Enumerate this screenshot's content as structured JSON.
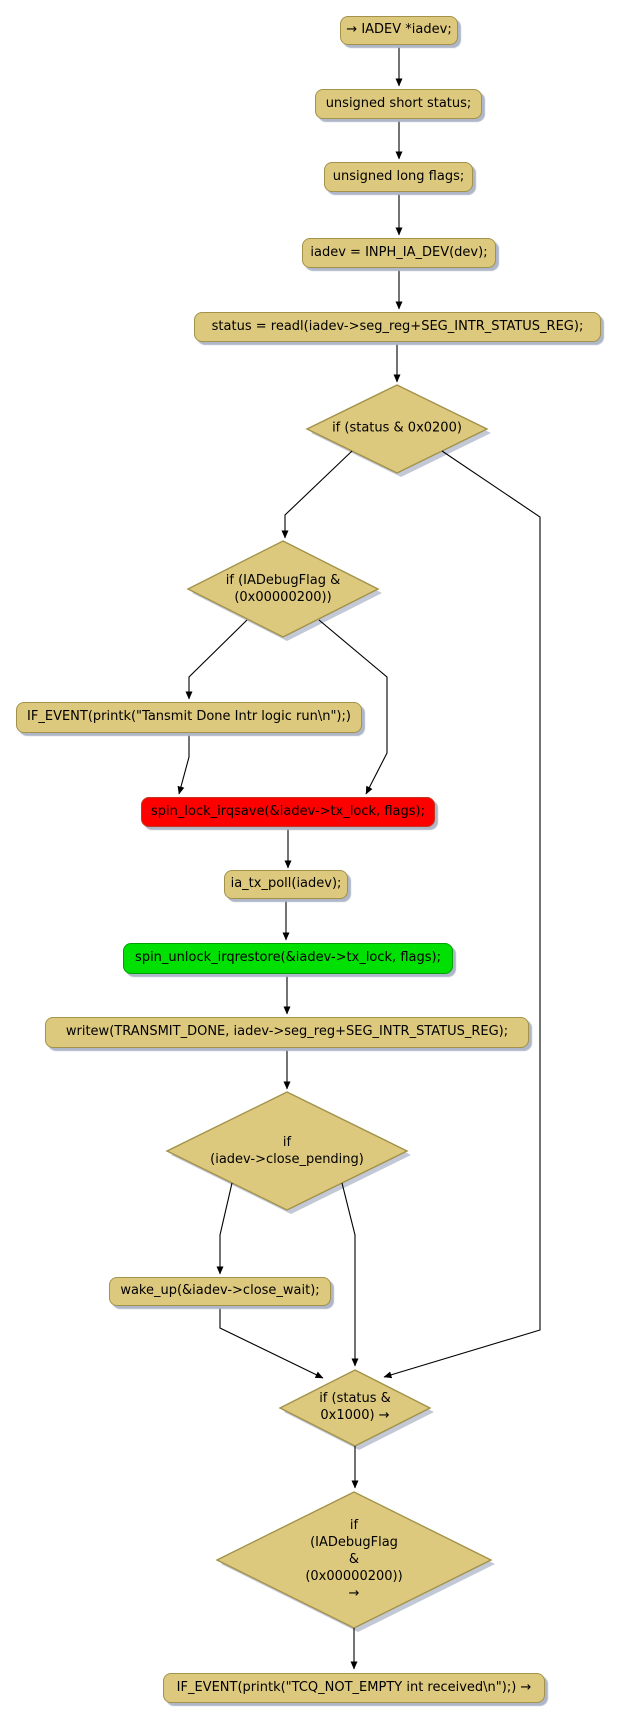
{
  "diagram_type": "activity-flowchart",
  "colors": {
    "background": "#ffffff",
    "node-fill": "#ddc97e",
    "node-border": "#a2924a",
    "lock-fill": "#fe0000",
    "lock-border": "#c23420",
    "unlock-fill": "#00e002",
    "unlock-border": "#00a000",
    "edge": "#000000",
    "shadow": "#aeb6c8",
    "text": "#000000"
  },
  "nodes": {
    "start": "→ IADEV *iadev;",
    "decl_status": "unsigned short status;",
    "decl_flags": "unsigned long flags;",
    "assign_iadev": "iadev = INPH_IA_DEV(dev);",
    "read_status": "status = readl(iadev->seg_reg+SEG_INTR_STATUS_REG);",
    "if_status_0200": "if (status & 0x0200)",
    "if_debugflag_1": "if (IADebugFlag &\n(0x00000200))",
    "if_event_transmit": "IF_EVENT(printk(\"Tansmit Done Intr logic run\\n\");)",
    "spin_lock": "spin_lock_irqsave(&iadev->tx_lock, flags);",
    "tx_poll": "ia_tx_poll(iadev);",
    "spin_unlock": "spin_unlock_irqrestore(&iadev->tx_lock, flags);",
    "write_done": "writew(TRANSMIT_DONE, iadev->seg_reg+SEG_INTR_STATUS_REG);",
    "if_close_pending": "if\n(iadev->close_pending)",
    "wake_up": "wake_up(&iadev->close_wait);",
    "if_status_1000": "if (status &\n0x1000) →",
    "if_debugflag_2": "if\n(IADebugFlag\n&\n(0x00000200))\n→",
    "if_event_tcq": "IF_EVENT(printk(\"TCQ_NOT_EMPTY int received\\n\");) →"
  }
}
